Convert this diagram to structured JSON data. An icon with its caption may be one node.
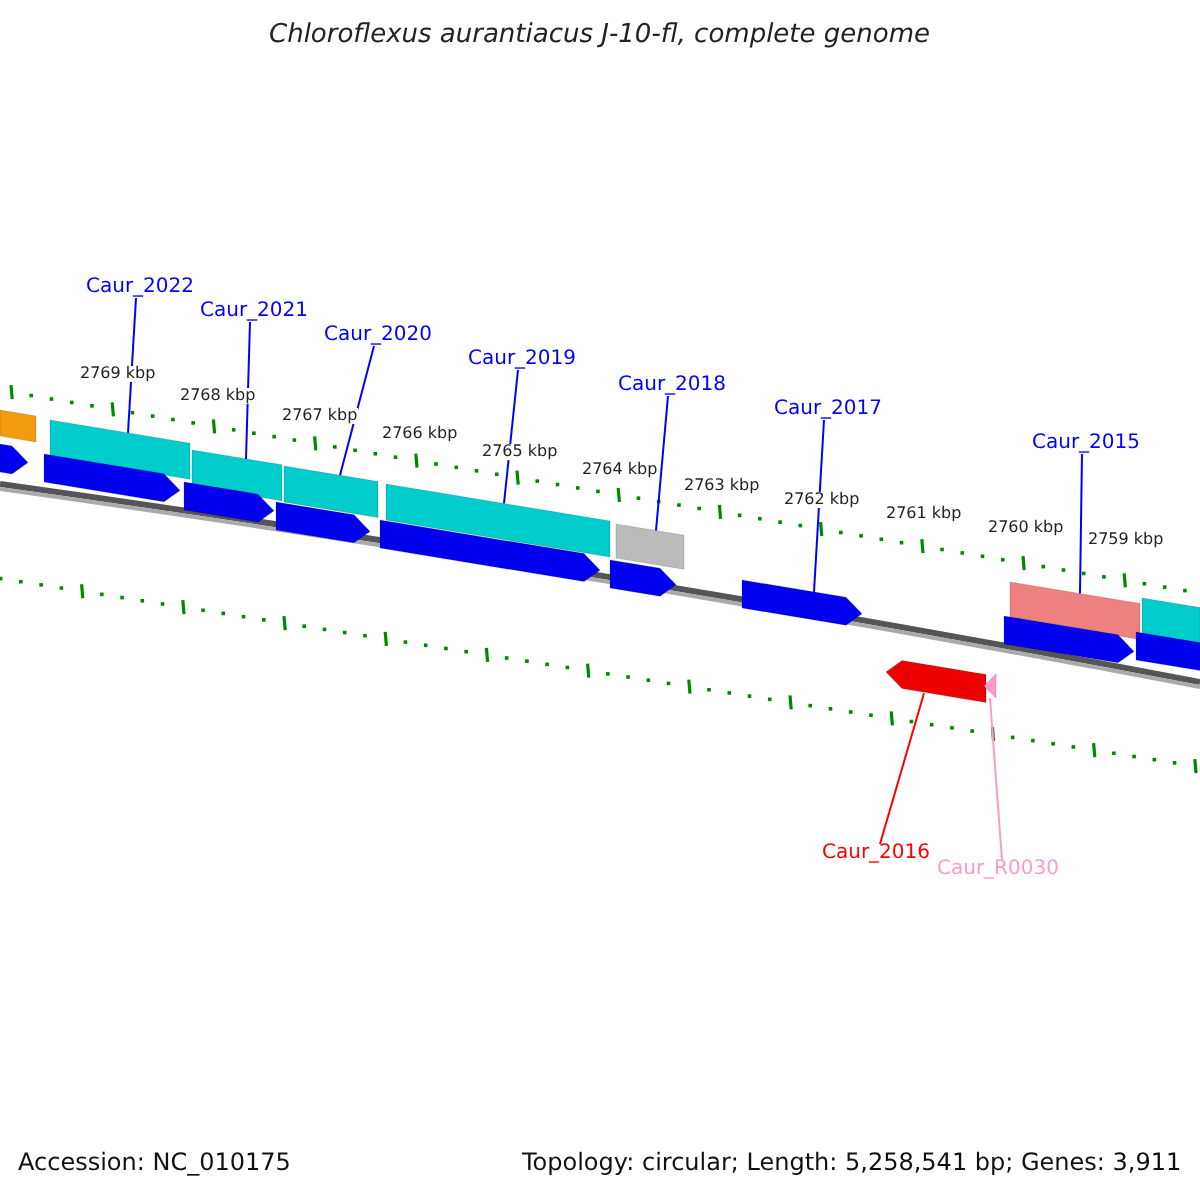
{
  "diagram": {
    "title": "Chloroflexus aurantiacus J-10-fl, complete genome",
    "nodes": [
      {
        "text": [
          "Caur_2022"
        ]
      },
      {
        "text": [
          "Caur_2021"
        ]
      },
      {
        "text": [
          "Caur_2020"
        ]
      },
      {
        "text": [
          "Caur_2019"
        ]
      },
      {
        "text": [
          "Caur_2018"
        ]
      },
      {
        "text": [
          "Caur_2017"
        ]
      },
      {
        "text": [
          "Caur_2015"
        ]
      },
      {
        "text": [
          "Caur_2016"
        ]
      },
      {
        "text": [
          "Caur_R0030"
        ]
      },
      {
        "text": [],
        "shape": "bar"
      },
      {
        "text": [],
        "shape": "bar"
      },
      {
        "text": [],
        "shape": "bar"
      },
      {
        "text": [],
        "shape": "bar"
      },
      {
        "text": [],
        "shape": "bar"
      },
      {
        "text": [],
        "shape": "bar"
      },
      {
        "text": [],
        "shape": "bar"
      },
      {
        "text": [],
        "shape": "bar"
      },
      {
        "text": [],
        "shape": "arrow"
      },
      {
        "text": [],
        "shape": "arrow"
      },
      {
        "text": [],
        "shape": "arrow"
      },
      {
        "text": [],
        "shape": "arrow"
      },
      {
        "text": [],
        "shape": "arrow"
      },
      {
        "text": [],
        "shape": "arrow"
      },
      {
        "text": [],
        "shape": "arrow"
      },
      {
        "text": [],
        "shape": "arrow"
      },
      {
        "text": [],
        "shape": "bar"
      },
      {
        "text": [],
        "shape": "arrow"
      },
      {
        "text": [],
        "shape": "triangle"
      }
    ],
    "edges": [
      {
        "from": 0,
        "to": 10,
        "arrow": "none"
      },
      {
        "from": 1,
        "to": 11,
        "arrow": "none"
      },
      {
        "from": 2,
        "to": 12,
        "arrow": "none"
      },
      {
        "from": 3,
        "to": 13,
        "arrow": "none"
      },
      {
        "from": 4,
        "to": 14,
        "arrow": "none"
      },
      {
        "from": 5,
        "to": 23,
        "arrow": "none"
      },
      {
        "from": 6,
        "to": 15,
        "arrow": "none"
      },
      {
        "from": 7,
        "to": 26,
        "arrow": "none",
        "color": "#ff0000"
      },
      {
        "from": 8,
        "to": 27,
        "arrow": "none",
        "color": "#ff99cc"
      }
    ],
    "labels": [
      "2769 kbp",
      "2768 kbp",
      "2767 kbp",
      "2766 kbp",
      "2765 kbp",
      "2764 kbp",
      "2763 kbp",
      "2762 kbp",
      "2761 kbp",
      "2760 kbp",
      "2759 kbp",
      "Accession: NC_010175",
      "Topology: circular; Length: 5,258,541 bp; Genes: 3,911"
    ]
  }
}
